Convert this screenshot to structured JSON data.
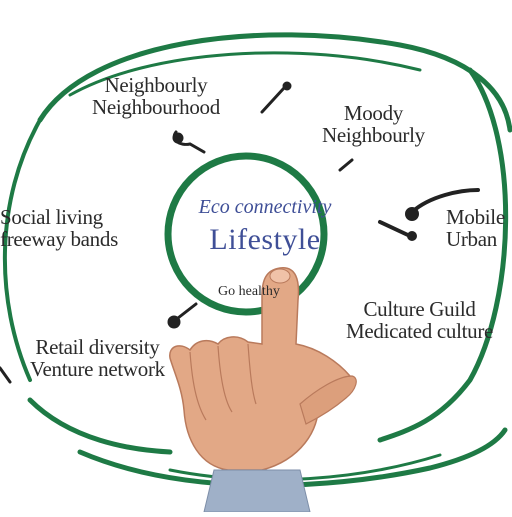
{
  "center": {
    "line1": "Eco connectivity",
    "line2": "Lifestyle",
    "subtext": "Go healthy"
  },
  "labels": {
    "top_left": [
      "Neighbourly",
      "Neighbourhood"
    ],
    "top_right": [
      "Moody",
      "Neighbourly"
    ],
    "left": [
      "Social living",
      "freeway bands"
    ],
    "right": [
      "Mobile",
      "Urban"
    ],
    "bottom_left": [
      "Retail diversity",
      "Venture network"
    ],
    "bottom_right": [
      "Culture Guild",
      "Medicated culture"
    ]
  },
  "colors": {
    "ring": "#1e7a45",
    "center_text": "#3f4f97",
    "label_text": "#2b2b2b",
    "skin": "#e2a886",
    "sleeve": "#9fb0c8"
  },
  "icons": [
    "pointer-icon",
    "pointer-icon",
    "pointer-icon",
    "pointer-icon",
    "pointer-icon",
    "pointer-icon"
  ]
}
